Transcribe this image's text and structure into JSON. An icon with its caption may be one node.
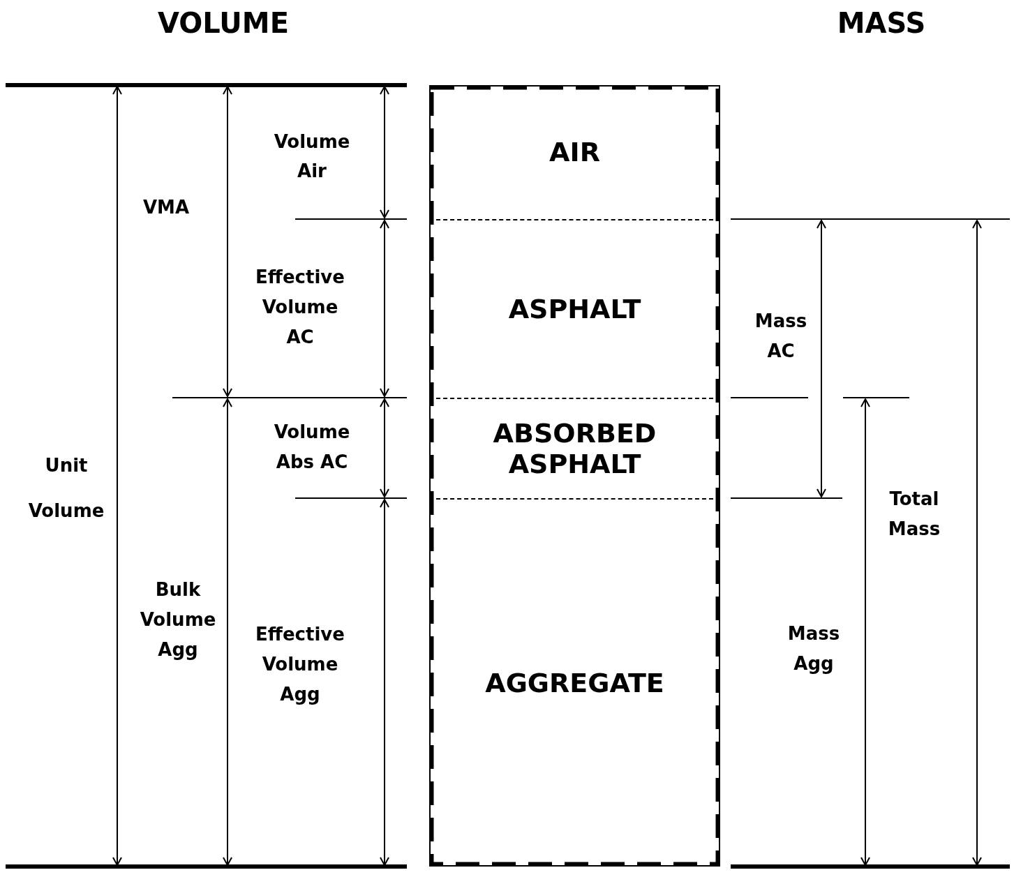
{
  "diagram": {
    "nodes": [
      {
        "text": [],
        "shape": "box"
      },
      {
        "text": [
          "AIR"
        ],
        "in": 0
      },
      {
        "text": [
          "ASPHALT"
        ],
        "in": 0
      },
      {
        "text": [
          "ABSORBED ASPHALT"
        ],
        "in": 0
      },
      {
        "text": [
          "AGGREGATE"
        ],
        "in": 0
      }
    ],
    "edges": [],
    "labels": [
      "VOLUME",
      "MASS",
      "Volume Air",
      "VMA",
      "Effective Volume AC",
      "Mass AC",
      "Volume Abs AC",
      "Unit Volume",
      "Total Mass",
      "Bulk Volume Agg",
      "Effective Volume Agg",
      "Mass Agg"
    ]
  }
}
